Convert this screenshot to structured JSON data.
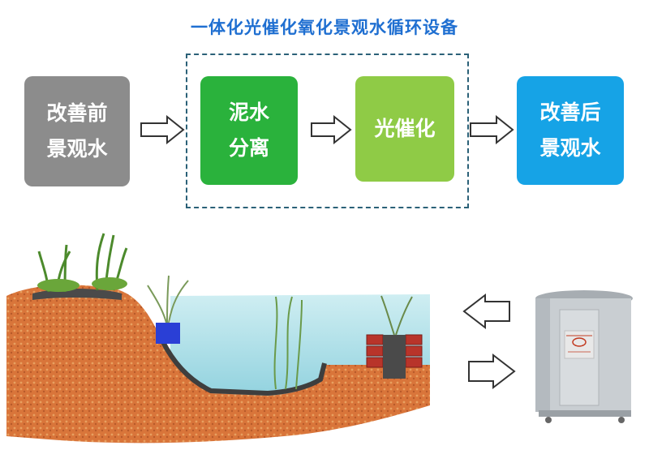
{
  "title": "一体化光催化氧化景观水循环设备",
  "boxes": {
    "before": {
      "line1": "改善前",
      "line2": "景观水"
    },
    "separation": {
      "line1": "泥水",
      "line2": "分离"
    },
    "photocatalysis": {
      "line1": "光催化"
    },
    "after": {
      "line1": "改善后",
      "line2": "景观水"
    }
  },
  "colors": {
    "title": "#1f6fd1",
    "before": "#8c8c8c",
    "separation": "#2ab23c",
    "photocatalysis": "#8fcb46",
    "after": "#16a3e6",
    "dashed_border": "#2b6178"
  },
  "icons": [
    "right-arrow-icon",
    "left-arrow-icon",
    "pond-illustration",
    "equipment-cabinet-illustration"
  ]
}
